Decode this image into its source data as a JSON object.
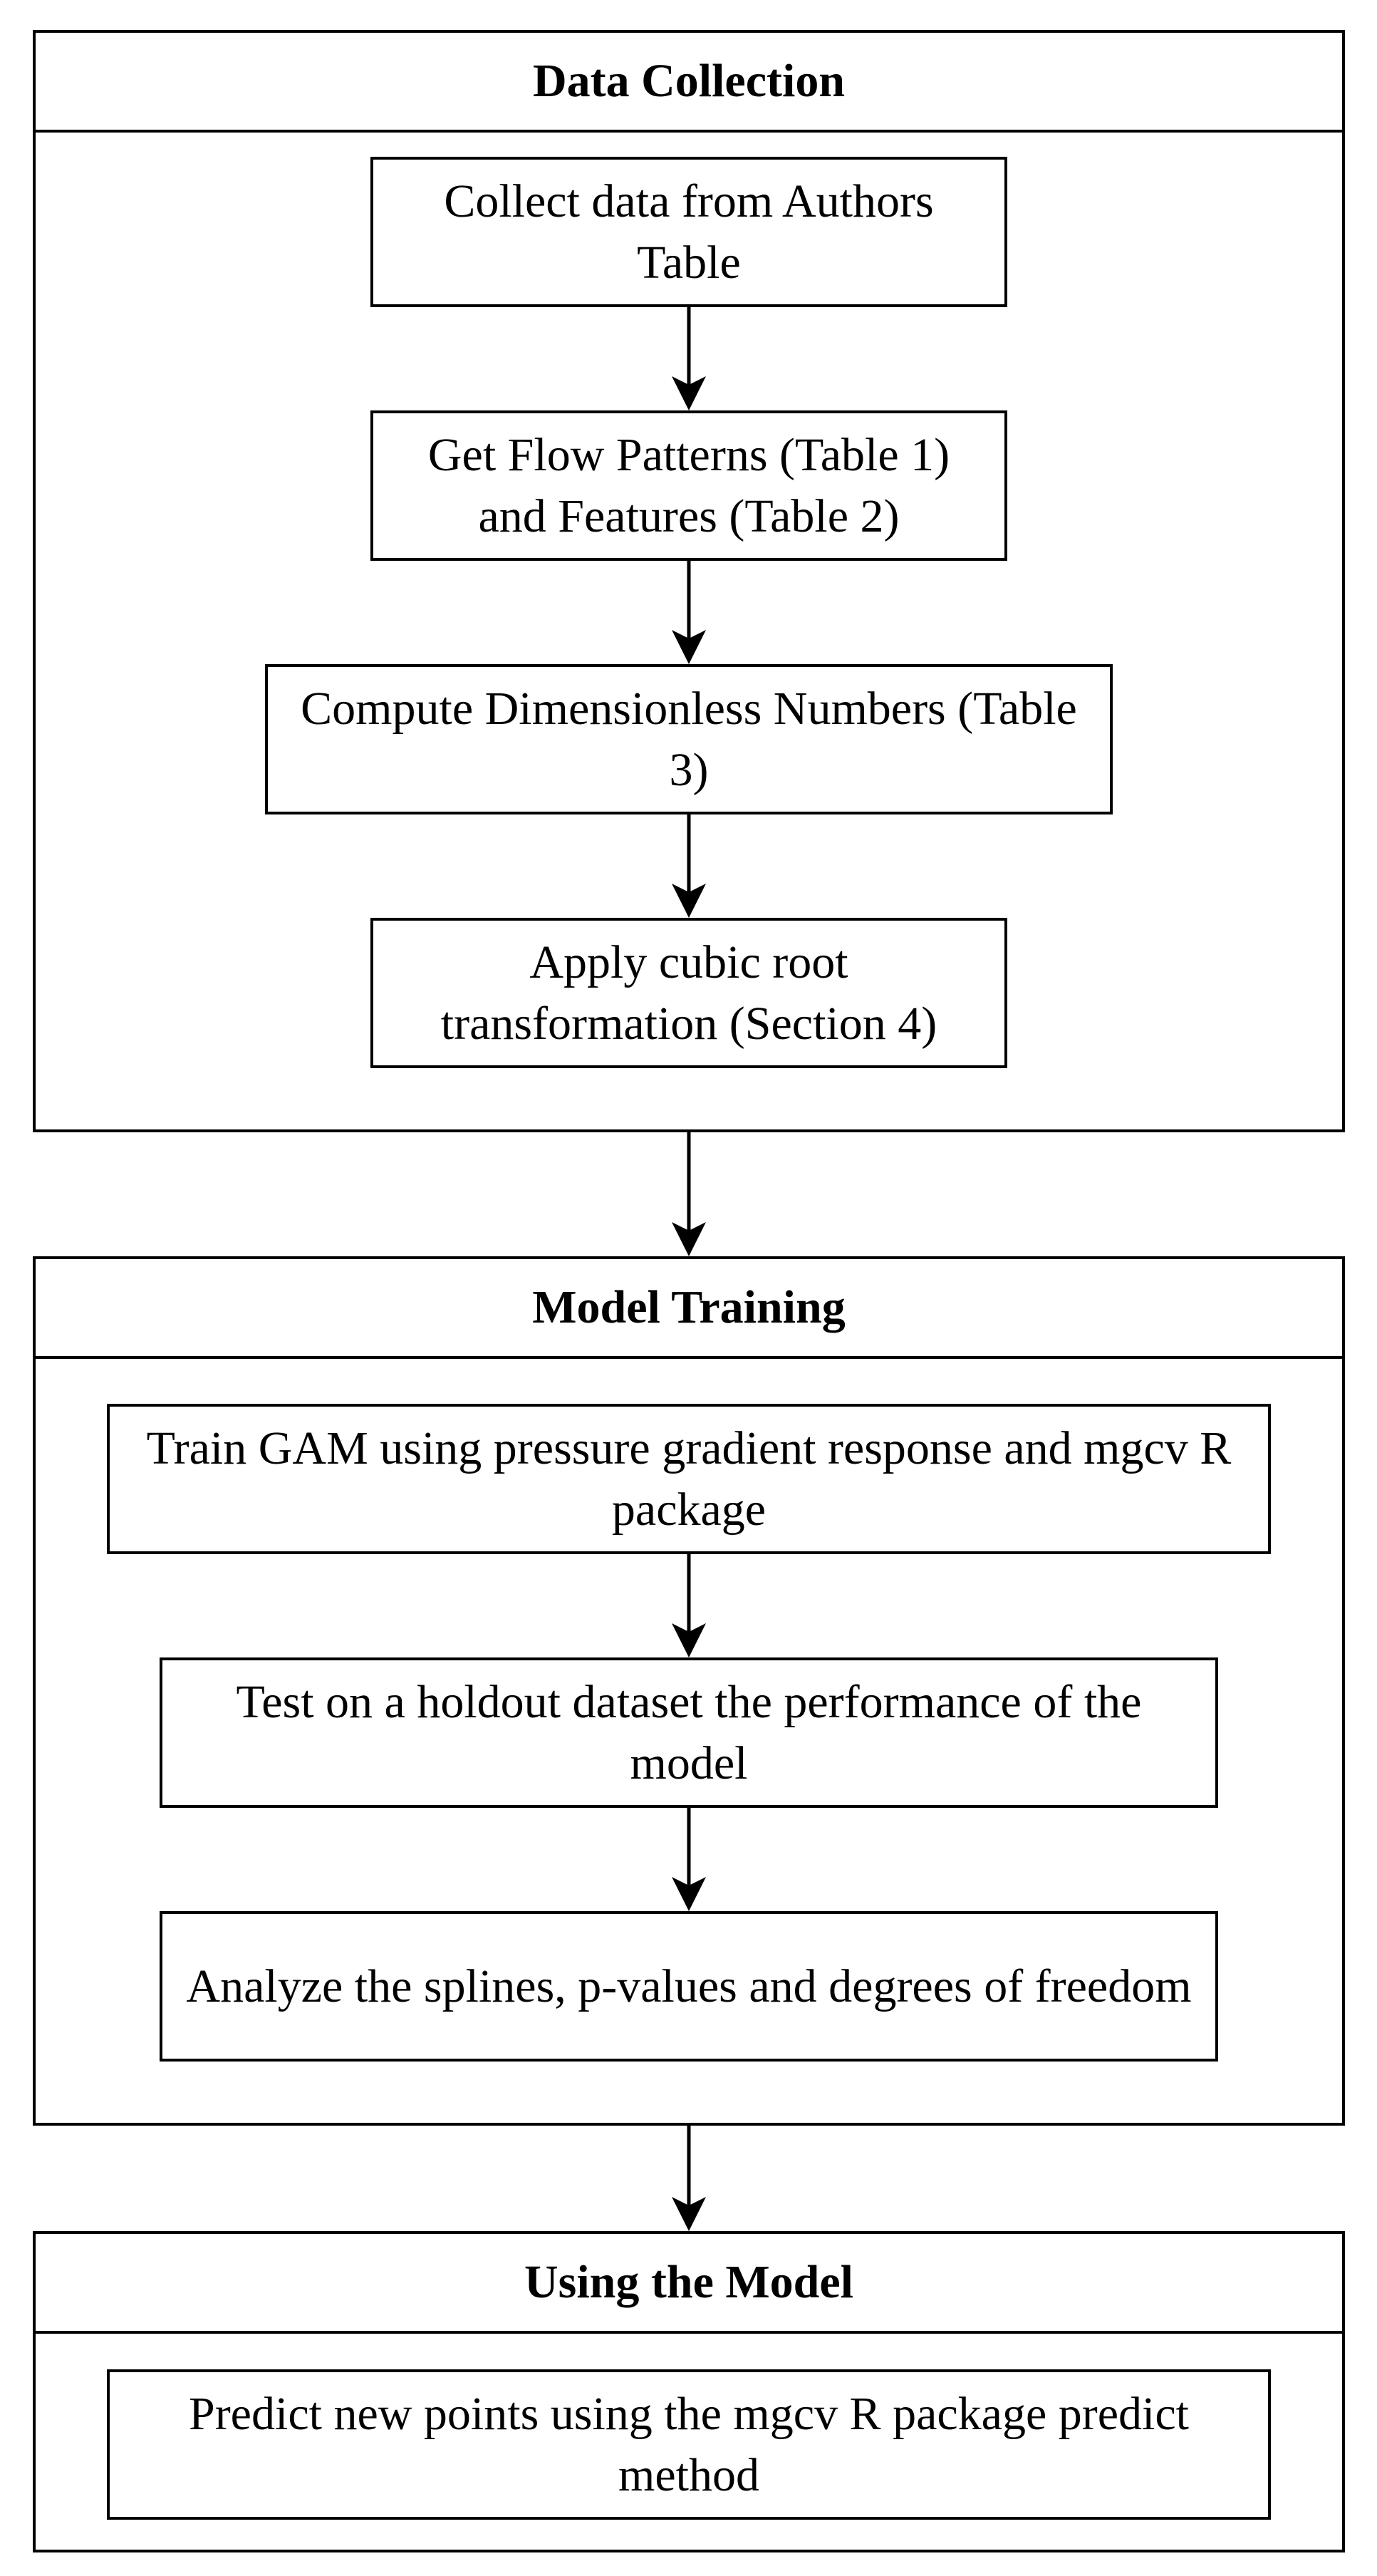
{
  "sections": [
    {
      "title": "Data Collection",
      "steps": [
        "Collect data from Authors Table",
        "Get Flow Patterns (Table 1) and Features (Table 2)",
        "Compute Dimensionless Numbers (Table 3)",
        "Apply cubic root transformation (Section 4)"
      ]
    },
    {
      "title": "Model Training",
      "steps": [
        "Train GAM using pressure gradient response and mgcv R package",
        "Test on a holdout dataset the performance of the model",
        "Analyze the splines, p-values and degrees of freedom"
      ]
    },
    {
      "title": "Using the Model",
      "steps": [
        "Predict new points using the mgcv R package predict method"
      ]
    }
  ]
}
